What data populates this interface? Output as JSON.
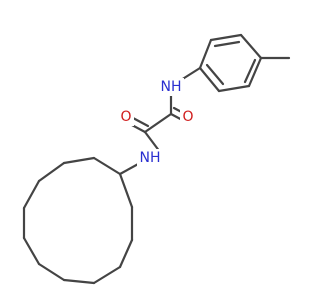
{
  "molecule": {
    "atom_labels": {
      "nh_top": "NH",
      "nh_bottom": "NH",
      "o_left": "O",
      "o_right": "O"
    },
    "colors": {
      "bond": "#444444",
      "nitrogen": "#2a2fd0",
      "oxygen": "#d01c1c",
      "background": "#ffffff"
    }
  }
}
